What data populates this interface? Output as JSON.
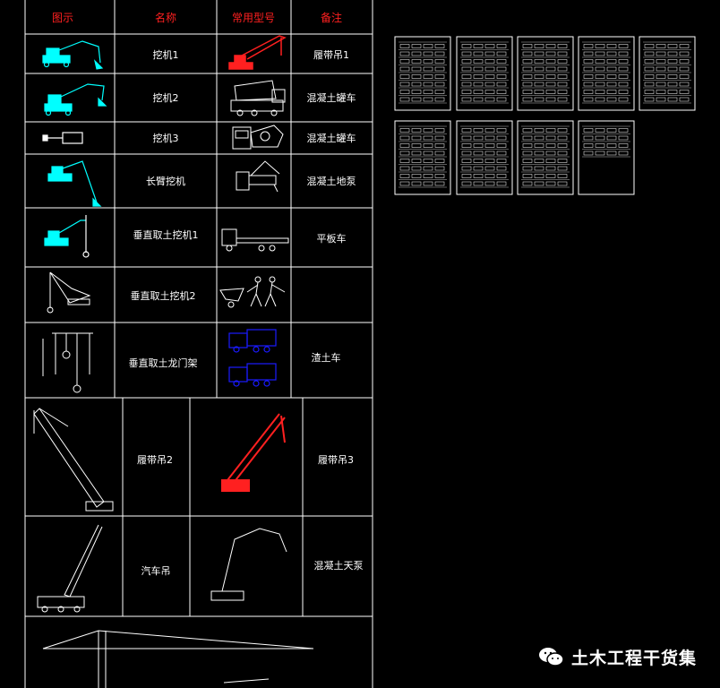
{
  "window": {
    "background": "#000000"
  },
  "table": {
    "headers": {
      "figure": "图示",
      "name": "名称",
      "common_model": "常用型号",
      "remark": "备注"
    },
    "rows": [
      {
        "name": "挖机1",
        "remark": "履带吊1"
      },
      {
        "name": "挖机2",
        "remark": "混凝土罐车"
      },
      {
        "name": "挖机3",
        "remark": "混凝土罐车"
      },
      {
        "name": "长臂挖机",
        "remark": "混凝土地泵"
      },
      {
        "name": "垂直取土挖机1",
        "remark": "平板车"
      },
      {
        "name": "垂直取土挖机2",
        "remark": ""
      },
      {
        "name": "垂直取土龙门架",
        "remark": "渣土车"
      }
    ],
    "lower_rows": [
      {
        "name": "履带吊2",
        "remark": "履带吊3"
      },
      {
        "name": "汽车吊",
        "remark": "混凝土天泵"
      }
    ]
  },
  "colors": {
    "header_text": "#ff2020",
    "grid": "#ffffff",
    "cyan_machine": "#00ffff",
    "red_machine": "#ff2020",
    "blue_truck": "#1a1aff",
    "white_machine": "#ffffff"
  },
  "icons": {
    "row_figures": [
      "excavator-icon",
      "excavator-icon",
      "mini-excavator-icon",
      "long-arm-excavator-icon",
      "vertical-excavator-icon",
      "vertical-crane-icon",
      "gantry-icon"
    ],
    "row_models": [
      "crawler-crane-icon",
      "mixer-truck-icon",
      "mixer-truck-icon",
      "pump-truck-icon",
      "flatbed-truck-icon",
      "workers-cart-icon",
      "dump-truck-icon"
    ],
    "sheet_thumbnail": "sheet-thumbnail-icon",
    "watermark": "wechat-icon"
  },
  "thumbnails": {
    "count": 9
  },
  "watermark": {
    "text": "土木工程干货集"
  }
}
